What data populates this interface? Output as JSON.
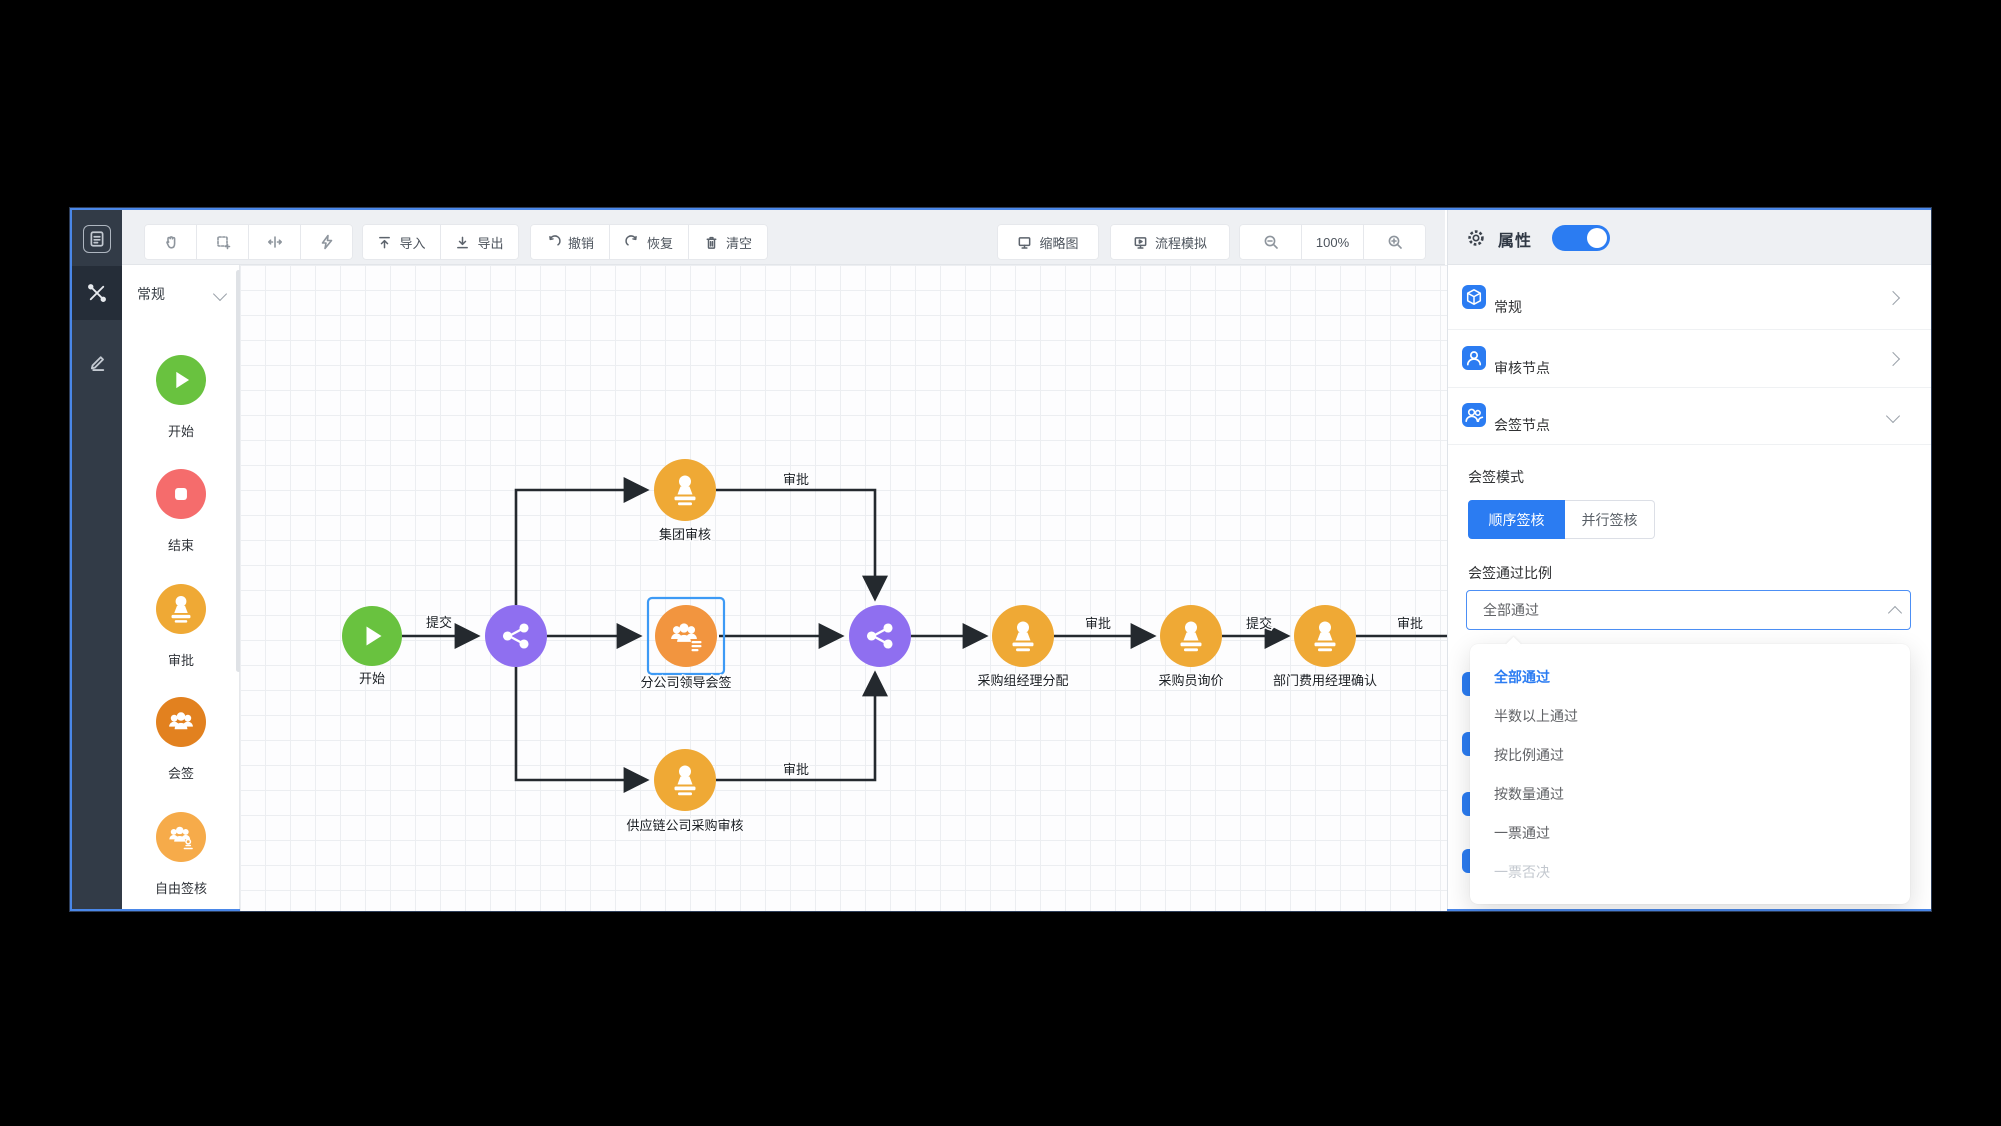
{
  "toolbar": {
    "import_label": "导入",
    "export_label": "导出",
    "undo_label": "撤销",
    "redo_label": "恢复",
    "clear_label": "清空",
    "minimap_label": "缩略图",
    "simulate_label": "流程模拟",
    "zoom_level": "100%"
  },
  "palette": {
    "group_label": "常规",
    "items": [
      {
        "label": "开始",
        "color": "#69c23f"
      },
      {
        "label": "结束",
        "color": "#f56c6c"
      },
      {
        "label": "审批",
        "color": "#efa935"
      },
      {
        "label": "会签",
        "color": "#e2811f"
      },
      {
        "label": "自由签核",
        "color": "#f6ab4a"
      }
    ]
  },
  "canvas": {
    "nodes": [
      {
        "label": "开始",
        "type": "start",
        "color": "#69c23f"
      },
      {
        "label": "集团审核",
        "type": "approve",
        "color": "#efa935"
      },
      {
        "label": "分公司领导会签",
        "type": "countersign-selected",
        "color": "#f2953f"
      },
      {
        "label": "供应链公司采购审核",
        "type": "approve",
        "color": "#efa935"
      },
      {
        "label": "采购组经理分配",
        "type": "approve",
        "color": "#efa935"
      },
      {
        "label": "采购员询价",
        "type": "approve",
        "color": "#efa935"
      },
      {
        "label": "部门费用经理确认",
        "type": "approve",
        "color": "#efa935"
      }
    ],
    "gateway_color": "#8f6ff0",
    "edge_labels": [
      "提交",
      "审批",
      "审批",
      "审批",
      "提交",
      "审批"
    ],
    "selection_color": "#3d9af5"
  },
  "panel": {
    "title": "属性",
    "toggle_on": true,
    "sections": [
      {
        "label": "常规"
      },
      {
        "label": "审核节点"
      },
      {
        "label": "会签节点"
      }
    ],
    "sign_mode_label": "会签模式",
    "mode_sequential": "顺序签核",
    "mode_parallel": "并行签核",
    "mode_selected": "顺序签核",
    "ratio_label": "会签通过比例",
    "select_value": "全部通过",
    "options": [
      "全部通过",
      "半数以上通过",
      "按比例通过",
      "按数量通过",
      "一票通过",
      "一票否决"
    ],
    "disabled_option": "一票否决",
    "accent_color": "#2b7cf2"
  }
}
